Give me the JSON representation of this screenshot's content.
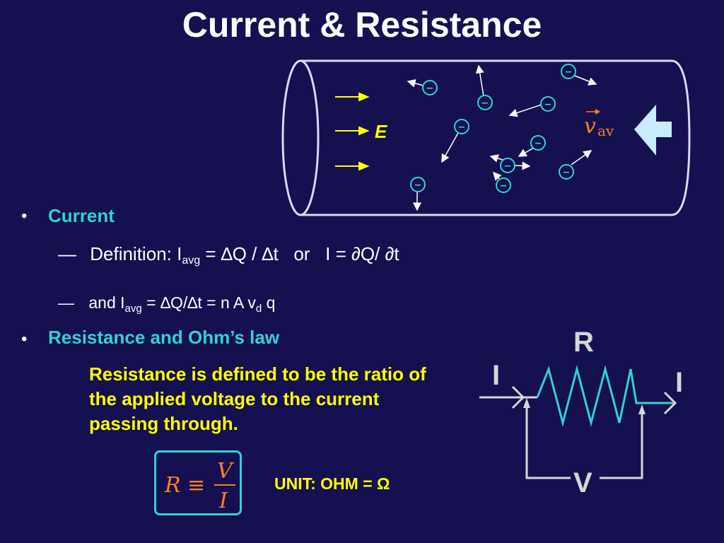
{
  "slide": {
    "title": "Current & Resistance",
    "bullet_char": "•",
    "dash_char": "—",
    "current_heading": "Current",
    "definition_line": {
      "prefix": "Definition: I",
      "sub1": "avg",
      "mid": " = ∆Q / ∆t   or   I = ∂Q/ ∂t"
    },
    "and_line": {
      "prefix": "and I",
      "sub1": "avg",
      "mid": " = ∆Q/∆t = n A v",
      "sub2": "d",
      "suffix": " q"
    },
    "resistance_heading": "Resistance and Ohm’s law",
    "resistance_definition": "Resistance is defined to be the ratio of the applied voltage to the current passing through.",
    "formula": {
      "lhs": "R",
      "op": "≡",
      "numerator": "V",
      "denominator": "I"
    },
    "unit_text": "UNIT: OHM = Ω"
  },
  "wire_diagram": {
    "field_label": "E",
    "electron_symbol": "–",
    "drift_velocity": {
      "symbol": "v",
      "subscript": "av"
    }
  },
  "circuit": {
    "resistor_label": "R",
    "current_left": "I",
    "current_right": "I",
    "voltage_label": "V"
  },
  "colors": {
    "background": "#15104f",
    "accent_cyan": "#2fd3d0",
    "highlight_yellow": "#ffff00",
    "drift_orange": "#ff7f2a",
    "arrow_light_blue": "#c8ecff",
    "circuit_gray": "#d6d6d6"
  }
}
